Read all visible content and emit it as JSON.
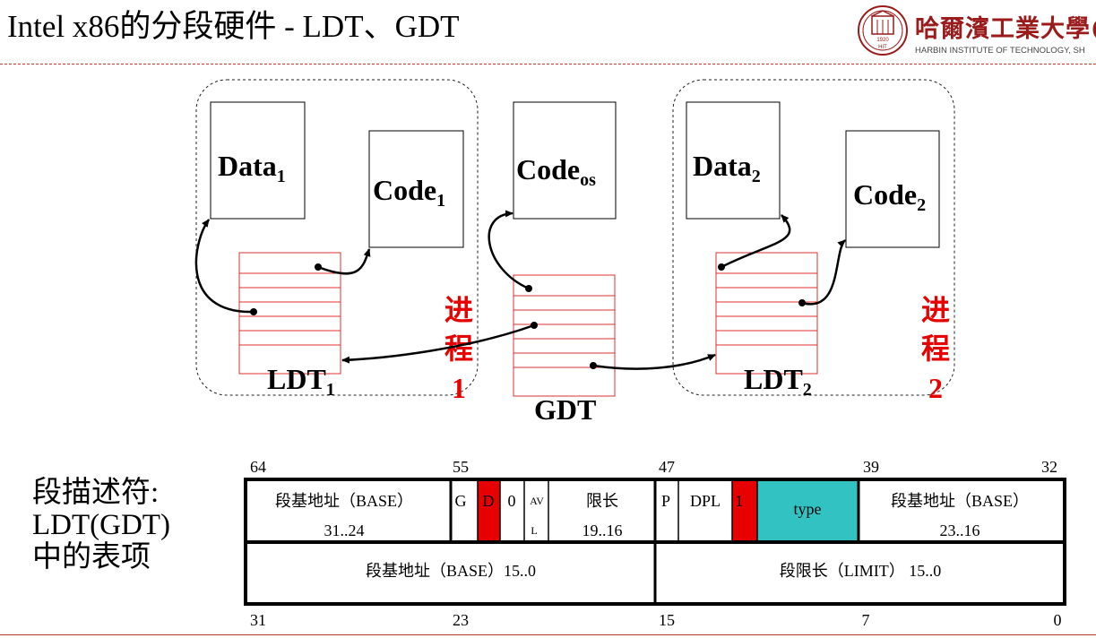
{
  "title": "Intel x86的分段硬件 - LDT、GDT",
  "logo": {
    "name_cn": "哈爾濱工業大學(",
    "name_en": "HARBIN INSTITUTE OF TECHNOLOGY, SH",
    "seal_text": "1920 HIT",
    "icon": "university-seal-icon"
  },
  "diagram": {
    "data1": {
      "main": "Data",
      "sub": "1"
    },
    "code1": {
      "main": "Code",
      "sub": "1"
    },
    "codeos": {
      "main": "Code",
      "sub": "os"
    },
    "data2": {
      "main": "Data",
      "sub": "2"
    },
    "code2": {
      "main": "Code",
      "sub": "2"
    },
    "ldt1": {
      "main": "LDT",
      "sub": "1"
    },
    "ldt2": {
      "main": "LDT",
      "sub": "2"
    },
    "gdt": "GDT",
    "process1": [
      "进",
      "程",
      "1"
    ],
    "process2": [
      "进",
      "程",
      "2"
    ]
  },
  "side_label": [
    "段描述符:",
    "LDT(GDT)",
    "中的表项"
  ],
  "descriptor": {
    "top_bits": [
      "64",
      "55",
      "47",
      "39",
      "32"
    ],
    "bottom_bits": [
      "31",
      "23",
      "15",
      "7",
      "0"
    ],
    "base_hi": {
      "line1": "段基地址（BASE）",
      "line2": "31..24"
    },
    "g": "G",
    "d": "D",
    "zero": "0",
    "avl": [
      "AV",
      "L"
    ],
    "limit_hi": {
      "line1": "限长",
      "line2": "19..16"
    },
    "p": "P",
    "dpl": "DPL",
    "one": "1",
    "type": "type",
    "base_mid": {
      "line1": "段基地址（BASE）",
      "line2": "23..16"
    },
    "base_lo": "段基地址（BASE）15..0",
    "limit_lo": "段限长（LIMIT） 15..0"
  },
  "colors": {
    "red": "#e60000",
    "teal": "#33c2c2",
    "table_red": "#e03030",
    "divider": "#c0392b"
  }
}
